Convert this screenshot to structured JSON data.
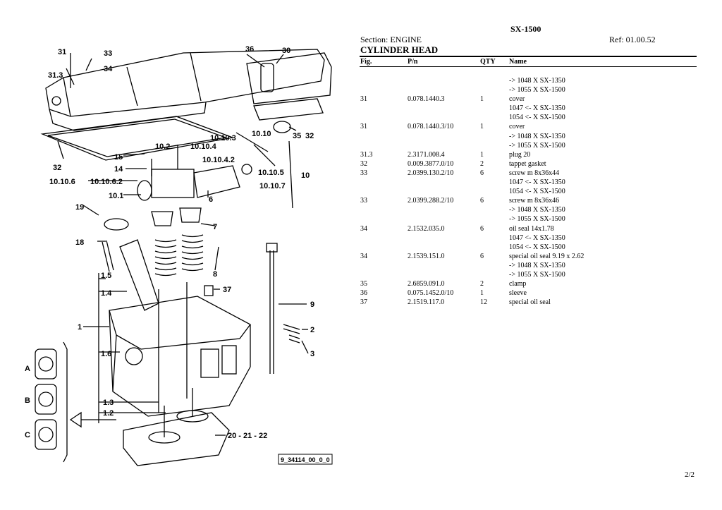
{
  "header": {
    "title": "SX-1500",
    "section": "Section: ENGINE",
    "ref": "Ref: 01.00.52",
    "heading": "CYLINDER HEAD"
  },
  "columns": {
    "fig": "Fig.",
    "pn": "P/n",
    "qty": "QTY",
    "name": "Name"
  },
  "rows": [
    {
      "fig": "",
      "pn": "",
      "qty": "",
      "name": "-> 1048 X SX-1350"
    },
    {
      "fig": "",
      "pn": "",
      "qty": "",
      "name": "-> 1055 X SX-1500"
    },
    {
      "fig": "31",
      "pn": "0.078.1440.3",
      "qty": "1",
      "name": "cover"
    },
    {
      "fig": "",
      "pn": "",
      "qty": "",
      "name": "1047 <- X SX-1350"
    },
    {
      "fig": "",
      "pn": "",
      "qty": "",
      "name": "1054 <- X SX-1500"
    },
    {
      "fig": "31",
      "pn": "0.078.1440.3/10",
      "qty": "1",
      "name": "cover"
    },
    {
      "fig": "",
      "pn": "",
      "qty": "",
      "name": "-> 1048 X SX-1350"
    },
    {
      "fig": "",
      "pn": "",
      "qty": "",
      "name": "-> 1055 X SX-1500"
    },
    {
      "fig": "31.3",
      "pn": "2.3171.008.4",
      "qty": "1",
      "name": "plug 20"
    },
    {
      "fig": "32",
      "pn": "0.009.3877.0/10",
      "qty": "2",
      "name": "tappet gasket"
    },
    {
      "fig": "33",
      "pn": "2.0399.130.2/10",
      "qty": "6",
      "name": "screw m 8x36x44"
    },
    {
      "fig": "",
      "pn": "",
      "qty": "",
      "name": "1047 <- X SX-1350"
    },
    {
      "fig": "",
      "pn": "",
      "qty": "",
      "name": "1054 <- X SX-1500"
    },
    {
      "fig": "33",
      "pn": "2.0399.288.2/10",
      "qty": "6",
      "name": "screw m 8x36x46"
    },
    {
      "fig": "",
      "pn": "",
      "qty": "",
      "name": "-> 1048 X SX-1350"
    },
    {
      "fig": "",
      "pn": "",
      "qty": "",
      "name": "-> 1055 X SX-1500"
    },
    {
      "fig": "34",
      "pn": "2.1532.035.0",
      "qty": "6",
      "name": "oil seal 14x1.78"
    },
    {
      "fig": "",
      "pn": "",
      "qty": "",
      "name": "1047 <- X SX-1350"
    },
    {
      "fig": "",
      "pn": "",
      "qty": "",
      "name": "1054 <- X SX-1500"
    },
    {
      "fig": "34",
      "pn": "2.1539.151.0",
      "qty": "6",
      "name": "special oil seal 9.19 x 2.62"
    },
    {
      "fig": "",
      "pn": "",
      "qty": "",
      "name": "-> 1048 X SX-1350"
    },
    {
      "fig": "",
      "pn": "",
      "qty": "",
      "name": "-> 1055 X SX-1500"
    },
    {
      "fig": "35",
      "pn": "2.6859.091.0",
      "qty": "2",
      "name": "clamp"
    },
    {
      "fig": "36",
      "pn": "0.075.1452.0/10",
      "qty": "1",
      "name": "sleeve"
    },
    {
      "fig": "37",
      "pn": "2.1519.117.0",
      "qty": "12",
      "name": "special oil seal"
    }
  ],
  "diagram": {
    "labels": {
      "l31": "31",
      "l33": "33",
      "l34": "34",
      "l31_3": "31.3",
      "l36": "36",
      "l30": "30",
      "l35": "35",
      "l32a": "32",
      "l32b": "32",
      "l10_10": "10.10",
      "l10_10_3": "10.10.3",
      "l10_2": "10.2",
      "l10_10_4": "10.10.4",
      "l15": "15",
      "l10_10_4_2": "10.10.4.2",
      "l14": "14",
      "l10_10_5": "10.10.5",
      "l10": "10",
      "l10_10_6": "10.10.6",
      "l10_10_6_2": "10.10.6.2",
      "l10_10_7": "10.10.7",
      "l10_1": "10.1",
      "l6": "6",
      "l19": "19",
      "l7": "7",
      "l18": "18",
      "l1_5": "1.5",
      "l8": "8",
      "l1_4": "1.4",
      "l37": "37",
      "l9": "9",
      "l1": "1",
      "l2": "2",
      "l3": "3",
      "l1_6": "1.6",
      "lA": "A",
      "lB": "B",
      "lC": "C",
      "l1_3": "1.3",
      "l1_2": "1.2",
      "l20_21_22": "20 - 21 - 22"
    },
    "figure_code": "9_34114_00_0_0"
  },
  "footer": {
    "page": "2/2"
  }
}
